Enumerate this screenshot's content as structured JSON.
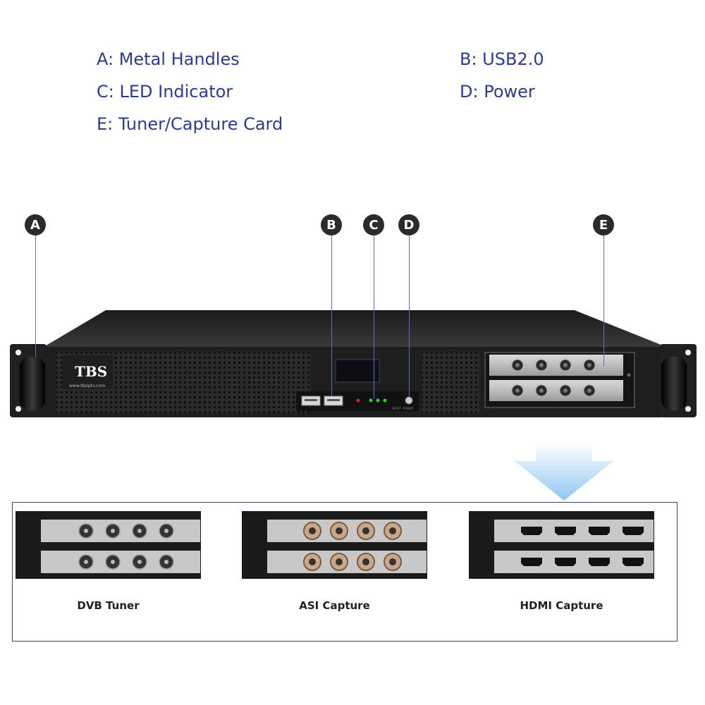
{
  "legend": {
    "a": "A: Metal Handles",
    "b": "B: USB2.0",
    "c": "C: LED Indicator",
    "d": "D: Power",
    "e": "E: Tuner/Capture Card"
  },
  "markers": {
    "a": "A",
    "b": "B",
    "c": "C",
    "d": "D",
    "e": "E"
  },
  "device": {
    "logo_text": "TBS",
    "logo_url_text": "www.tbsiptv.com",
    "reset_label": "RESET",
    "power_label": "POWER"
  },
  "captions": {
    "dvb": "DVB Tuner",
    "asi": "ASI Capture",
    "hdmi": "HDMI Capture"
  },
  "colors": {
    "legend_text": "#2a3a9e",
    "leader_line": "#5a6fd6",
    "panel_border": "#3a3f9c",
    "arrow": "#a8d4f5"
  }
}
